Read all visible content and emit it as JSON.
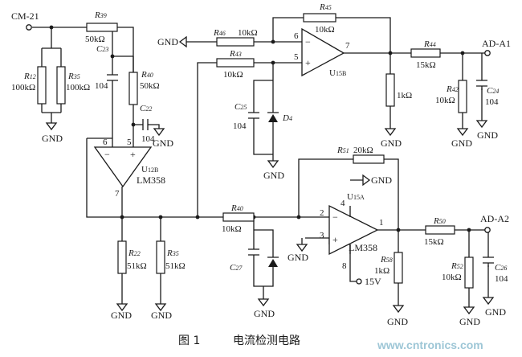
{
  "terminals": {
    "input": "CM-21",
    "out1": "AD-A1",
    "out2": "AD-A2"
  },
  "gnd": "GND",
  "supply": "15V",
  "caption": {
    "fig": "图 1",
    "title": "电流检测电路"
  },
  "watermark": "www.cntronics.com",
  "opamps": {
    "u12b": {
      "ref": "U",
      "sub": "12B",
      "part": "LM358",
      "pin_minus": "6",
      "pin_plus": "5",
      "pin_out": "7"
    },
    "u15b": {
      "ref": "U",
      "sub": "15B",
      "pin_minus": "6",
      "pin_plus": "5",
      "pin_out": "7"
    },
    "u15a": {
      "ref": "U",
      "sub": "15A",
      "part": "LM358",
      "pin_minus": "2",
      "pin_plus": "3",
      "pin_out": "1",
      "pin_vcc": "4",
      "pin_vee": "8"
    }
  },
  "components": {
    "r39": {
      "ref": "R",
      "sub": "39",
      "value": "50kΩ"
    },
    "r12": {
      "ref": "R",
      "sub": "12",
      "value": "100kΩ"
    },
    "r35a": {
      "ref": "R",
      "sub": "35",
      "value": "100kΩ"
    },
    "c23": {
      "ref": "C",
      "sub": "23",
      "value": "104"
    },
    "r40a": {
      "ref": "R",
      "sub": "40",
      "value": "50kΩ"
    },
    "c22": {
      "ref": "C",
      "sub": "22",
      "value": "104"
    },
    "r46": {
      "ref": "R",
      "sub": "46",
      "value": "10kΩ"
    },
    "r45": {
      "ref": "R",
      "sub": "45",
      "value": "10kΩ"
    },
    "r43": {
      "ref": "R",
      "sub": "43",
      "value": "10kΩ"
    },
    "c25": {
      "ref": "C",
      "sub": "25",
      "value": "104"
    },
    "d4": {
      "ref": "D",
      "sub": "4"
    },
    "r15b": {
      "value": "1kΩ"
    },
    "r44": {
      "ref": "R",
      "sub": "44",
      "value": "15kΩ"
    },
    "r42": {
      "ref": "R",
      "sub": "42",
      "value": "10kΩ"
    },
    "c24": {
      "ref": "C",
      "sub": "24",
      "value": "104"
    },
    "r22": {
      "ref": "R",
      "sub": "22",
      "value": "51kΩ"
    },
    "r35b": {
      "ref": "R",
      "sub": "35",
      "value": "51kΩ"
    },
    "r40b": {
      "ref": "R",
      "sub": "40",
      "value": "10kΩ"
    },
    "r51": {
      "ref": "R",
      "sub": "51",
      "value": "20kΩ"
    },
    "c27": {
      "ref": "C",
      "sub": "27"
    },
    "r58": {
      "ref": "R",
      "sub": "58",
      "value": "1kΩ"
    },
    "r50": {
      "ref": "R",
      "sub": "50",
      "value": "15kΩ"
    },
    "r52": {
      "ref": "R",
      "sub": "52",
      "value": "10kΩ"
    },
    "c26": {
      "ref": "C",
      "sub": "26",
      "value": "104"
    }
  }
}
